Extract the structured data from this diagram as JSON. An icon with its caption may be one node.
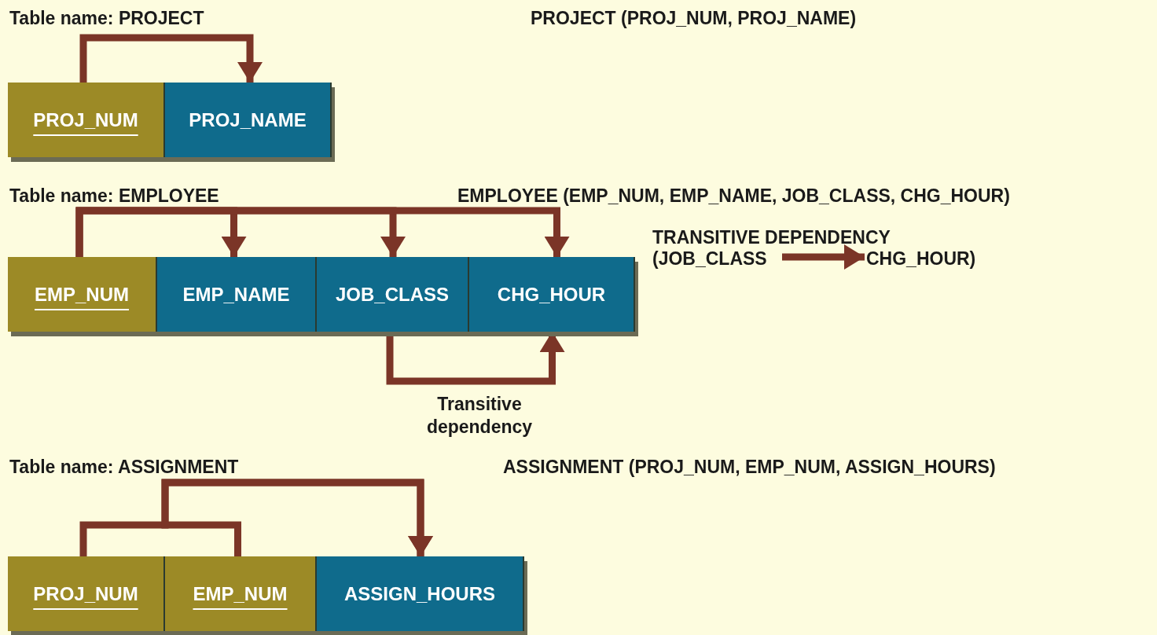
{
  "diagram": {
    "nodes": [
      {
        "text": [
          "PROJ_NUM"
        ]
      },
      {
        "text": [
          "PROJ_NAME"
        ]
      },
      {
        "text": [
          "EMP_NUM"
        ]
      },
      {
        "text": [
          "EMP_NAME"
        ]
      },
      {
        "text": [
          "JOB_CLASS"
        ]
      },
      {
        "text": [
          "CHG_HOUR"
        ]
      },
      {
        "text": [
          "PROJ_NUM"
        ]
      },
      {
        "text": [
          "EMP_NUM"
        ]
      },
      {
        "text": [
          "ASSIGN_HOURS"
        ]
      },
      {
        "text": [
          "(JOB_CLASS"
        ]
      },
      {
        "text": [
          "CHG_HOUR)"
        ]
      }
    ],
    "edges": [
      {
        "from": 0,
        "to": 1,
        "arrow": "to"
      },
      {
        "from": 2,
        "to": 3,
        "arrow": "to"
      },
      {
        "from": 2,
        "to": 4,
        "arrow": "to"
      },
      {
        "from": 2,
        "to": 5,
        "arrow": "to"
      },
      {
        "from": 4,
        "to": 5,
        "arrow": "to",
        "label": "Transitive dependency"
      },
      {
        "from": 6,
        "to": 8,
        "arrow": "to"
      },
      {
        "from": 7,
        "to": 8,
        "arrow": "to"
      },
      {
        "from": 9,
        "to": 10,
        "arrow": "to"
      }
    ],
    "labels": [
      "Table name: PROJECT",
      "PROJECT (PROJ_NUM, PROJ_NAME)",
      "Table name: EMPLOYEE",
      "EMPLOYEE (EMP_NUM, EMP_NAME, JOB_CLASS, CHG_HOUR)",
      "TRANSITIVE DEPENDENCY",
      "Table name: ASSIGNMENT",
      "ASSIGNMENT (PROJ_NUM, EMP_NUM, ASSIGN_HOURS)"
    ]
  }
}
